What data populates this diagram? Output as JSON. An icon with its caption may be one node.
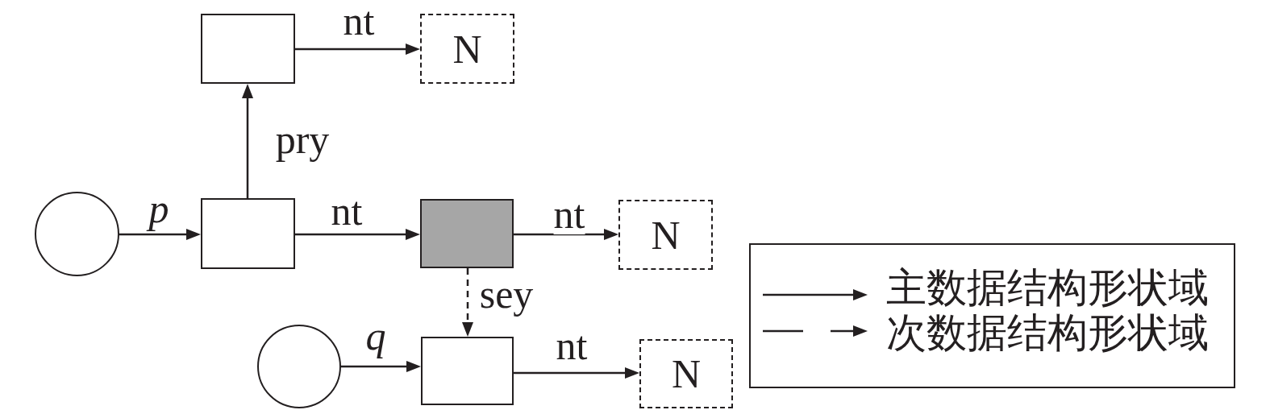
{
  "diagram": {
    "nodes": [
      {
        "text": [],
        "shape": "box"
      },
      {
        "text": [
          "N"
        ]
      },
      {
        "text": [],
        "shape": "circle"
      },
      {
        "text": [],
        "shape": "box"
      },
      {
        "text": [],
        "shape": "box"
      },
      {
        "text": [
          "N"
        ]
      },
      {
        "text": [],
        "shape": "circle"
      },
      {
        "text": [],
        "shape": "box"
      },
      {
        "text": [
          "N"
        ]
      }
    ],
    "edges": [
      {
        "from": 0,
        "to": 1,
        "arrow": "to",
        "label": "nt"
      },
      {
        "from": 3,
        "to": 0,
        "arrow": "to",
        "label": "pry"
      },
      {
        "from": 2,
        "to": 3,
        "arrow": "to",
        "label": "p"
      },
      {
        "from": 3,
        "to": 4,
        "arrow": "to",
        "label": "nt"
      },
      {
        "from": 4,
        "to": 5,
        "arrow": "to",
        "label": "nt"
      },
      {
        "from": 4,
        "to": 7,
        "arrow": "to",
        "label": "sey",
        "style": "dashed"
      },
      {
        "from": 6,
        "to": 7,
        "arrow": "to",
        "label": "q"
      },
      {
        "from": 7,
        "to": 8,
        "arrow": "to",
        "label": "nt"
      }
    ],
    "legend": [
      {
        "text": "主数据结构形状域"
      },
      {
        "text": "次数据结构形状域"
      }
    ]
  }
}
